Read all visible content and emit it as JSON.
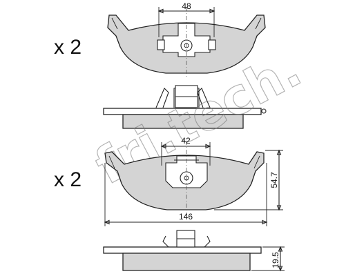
{
  "quantities": {
    "top_pad": "x 2",
    "bottom_pad": "x 2"
  },
  "dimensions": {
    "top_width": "48",
    "bottom_width": "42",
    "overall_length": "146",
    "height": "54.7",
    "thickness": "19.5"
  },
  "watermark": {
    "brand": "fri.tech."
  },
  "colors": {
    "pad_fill": "#d4d4d4",
    "outline": "#222222",
    "watermark": "#777777"
  }
}
